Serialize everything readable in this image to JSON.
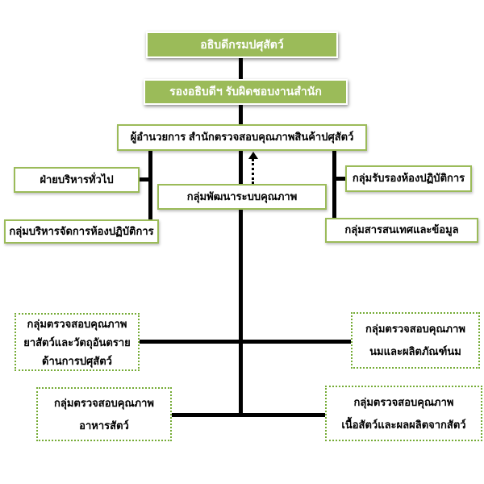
{
  "diagram": {
    "type": "org-chart",
    "language": "th",
    "colors": {
      "node_fill_green": "#9bbb59",
      "node_border_green": "#9bbb59",
      "dashed_border_green": "#75ab35",
      "connector_black": "#000000",
      "text_on_green": "#ffffff",
      "text_on_white": "#000000",
      "background": "#ffffff"
    },
    "nodes": {
      "director_general": {
        "label": "อธิบดีกรมปศุสัตว์"
      },
      "deputy_director": {
        "label": "รองอธิบดีฯ รับผิดชอบงานสำนัก"
      },
      "bureau_director": {
        "label": "ผู้อำนวยการ สำนักตรวจสอบคุณภาพสินค้าปศุสัตว์"
      },
      "general_admin": {
        "label": "ฝ่ายบริหารทั่วไป"
      },
      "quality_system_dev": {
        "label": "กลุ่มพัฒนาระบบคุณภาพ"
      },
      "lab_accreditation": {
        "label": "กลุ่มรับรองห้องปฏิบัติการ"
      },
      "lab_management": {
        "label": "กลุ่มบริหารจัดการห้องปฏิบัติการ"
      },
      "information_data": {
        "label": "กลุ่มสารสนเทศและข้อมูล"
      },
      "vet_drug_quality": {
        "lines": [
          "กลุ่มตรวจสอบคุณภาพ",
          "ยาสัตว์และวัตถุอันตราย",
          "ด้านการปศุสัตว์"
        ]
      },
      "milk_quality": {
        "lines": [
          "กลุ่มตรวจสอบคุณภาพ",
          "นมและผลิตภัณฑ์นม"
        ]
      },
      "feed_quality": {
        "lines": [
          "กลุ่มตรวจสอบคุณภาพ",
          "อาหารสัตว์"
        ]
      },
      "meat_quality": {
        "lines": [
          "กลุ่มตรวจสอบคุณภาพ",
          "เนื้อสัตว์และผลผลิตจากสัตว์"
        ]
      }
    }
  }
}
